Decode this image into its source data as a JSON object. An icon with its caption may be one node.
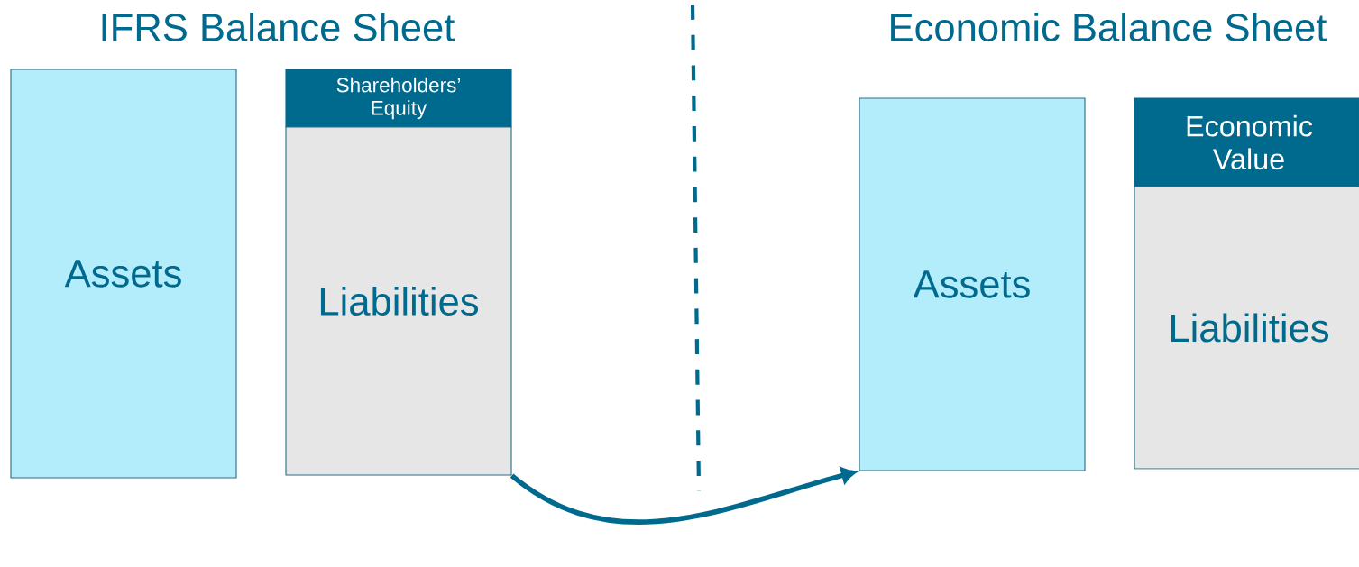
{
  "diagram": {
    "nodes": [
      {
        "text": [
          "Assets"
        ]
      },
      {
        "text": [
          "Shareholders’ Equity"
        ]
      },
      {
        "text": [
          "Liabilities"
        ]
      },
      {
        "text": [
          "Assets"
        ]
      },
      {
        "text": [
          "Economic Value"
        ]
      },
      {
        "text": [
          "Liabilities"
        ]
      }
    ],
    "edges": [
      {
        "from": 2,
        "to": 3,
        "arrow": "to"
      }
    ],
    "labels": [
      "IFRS Balance Sheet",
      "Economic Balance Sheet"
    ]
  }
}
